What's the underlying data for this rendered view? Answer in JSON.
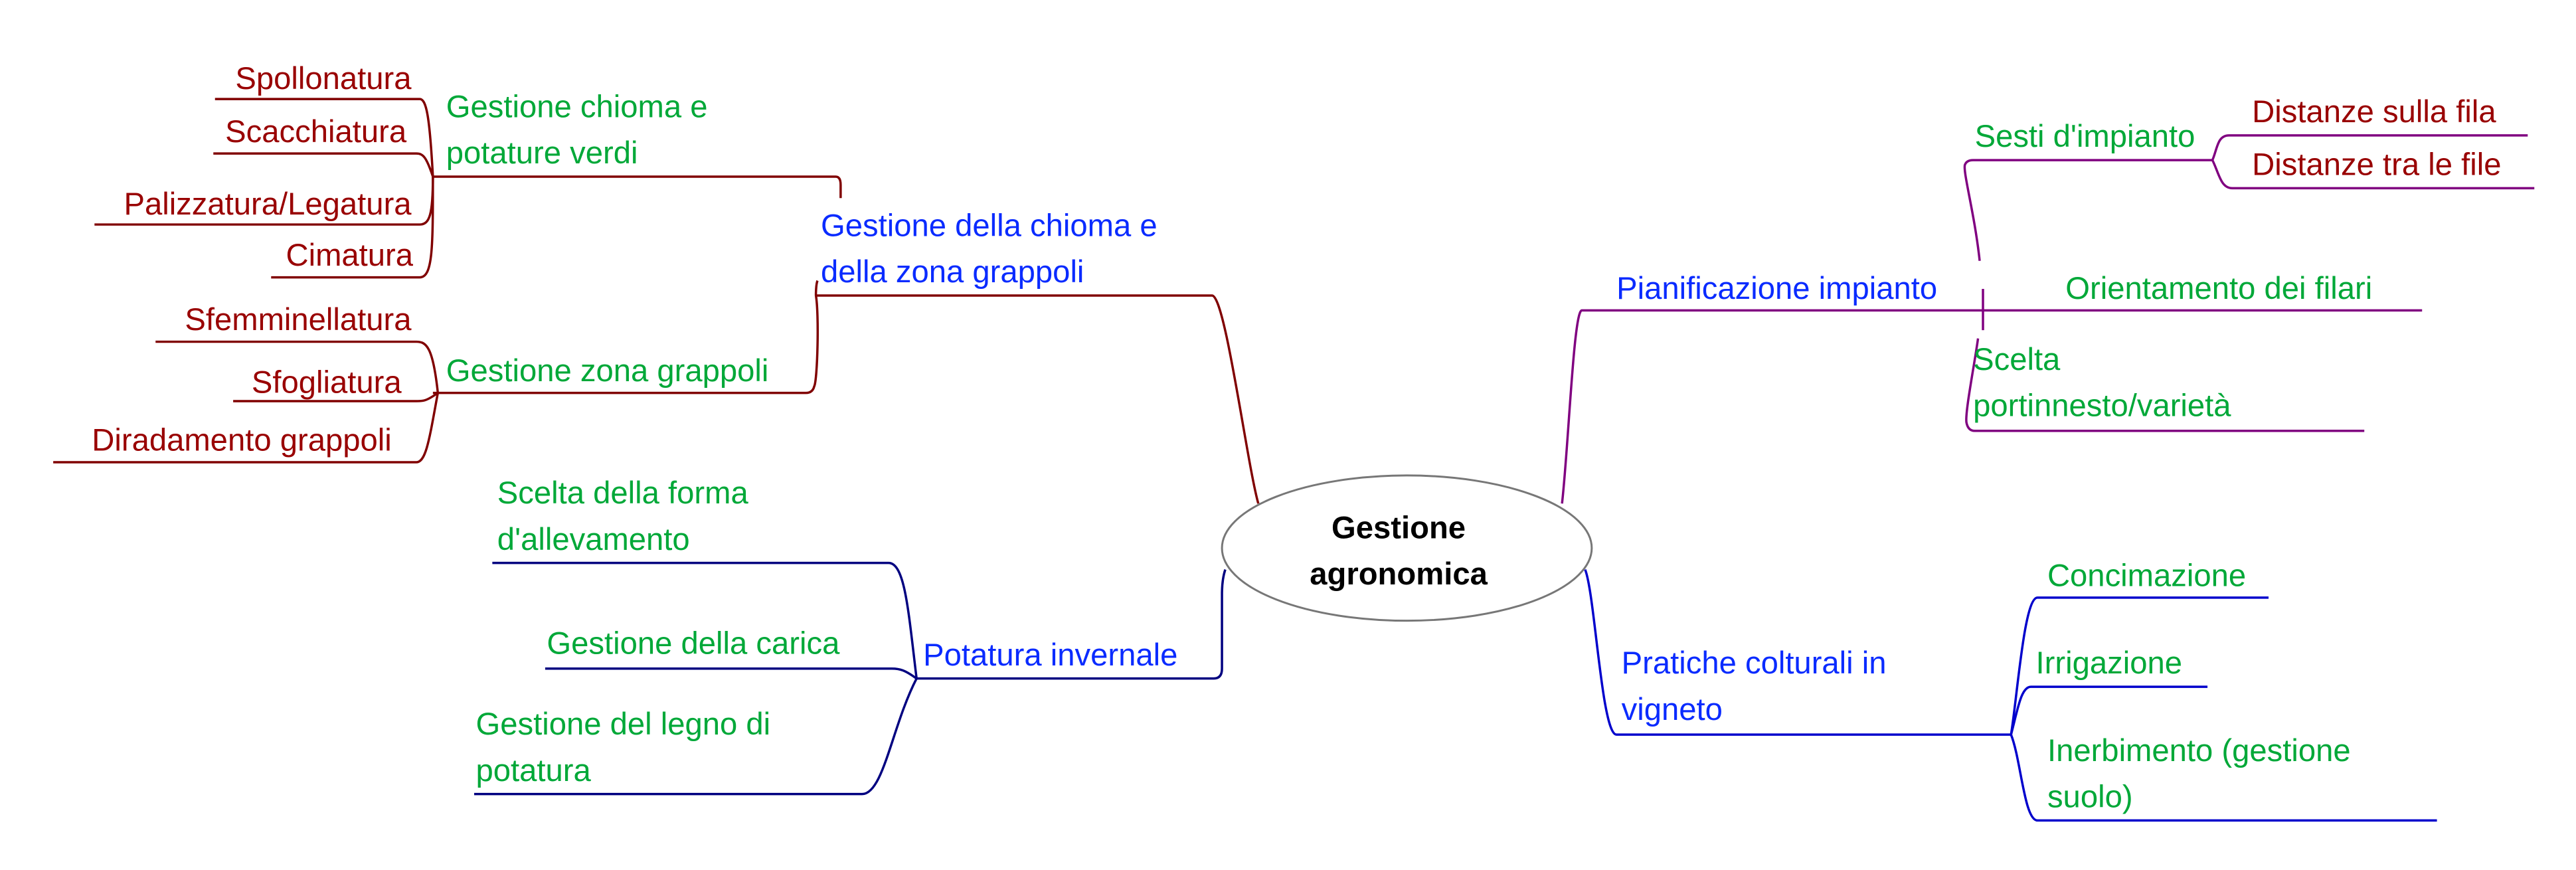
{
  "central": {
    "line1": "Gestione",
    "line2": "agronomica"
  },
  "branches": {
    "chioma": {
      "line1": "Gestione della chioma e",
      "line2": "della zona grappoli",
      "sub1": {
        "line1": "Gestione chioma e",
        "line2": "potature verdi",
        "leaves": [
          "Spollonatura",
          "Scacchiatura",
          "Palizzatura/Legatura",
          "Cimatura"
        ]
      },
      "sub2": {
        "label": "Gestione zona grappoli",
        "leaves": [
          "Sfemminellatura",
          "Sfogliatura",
          "Diradamento grappoli"
        ]
      }
    },
    "potatura": {
      "label": "Potatura invernale",
      "sub1": {
        "line1": "Scelta della forma",
        "line2": "d'allevamento"
      },
      "sub2": {
        "label": "Gestione della carica"
      },
      "sub3": {
        "line1": "Gestione del legno di",
        "line2": "potatura"
      }
    },
    "pianificazione": {
      "label": "Pianificazione impianto",
      "sub1": {
        "label": "Sesti d'impianto",
        "leaves": [
          "Distanze sulla fila",
          "Distanze tra le file"
        ]
      },
      "sub2": {
        "label": "Orientamento dei filari"
      },
      "sub3": {
        "line1": "Scelta",
        "line2": "portinnesto/varietà"
      }
    },
    "pratiche": {
      "line1": "Pratiche colturali in",
      "line2": "vigneto",
      "sub1": {
        "label": "Concimazione"
      },
      "sub2": {
        "label": "Irrigazione"
      },
      "sub3": {
        "line1": "Inerbimento (gestione",
        "line2": "suolo)"
      }
    }
  },
  "colors": {
    "topic": "#0a2bff",
    "subtopic": "#00a838",
    "leaf": "#990000"
  }
}
